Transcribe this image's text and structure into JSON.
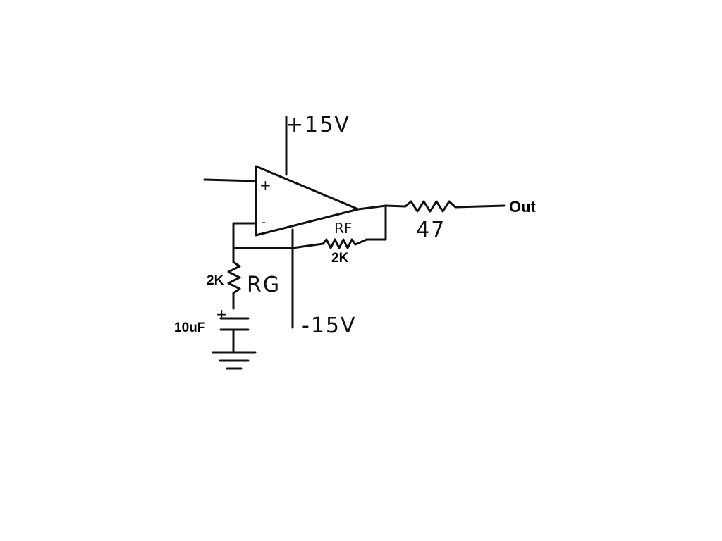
{
  "labels": {
    "vpos": "+15V",
    "vneg": "-15V",
    "plus": "+",
    "minus": "-",
    "out": "Out",
    "r_out": "47",
    "rf": "RF",
    "rf_value": "2K",
    "rg": "RG",
    "rg_value": "2K",
    "cap_plus": "+",
    "cap_value": "10uF"
  }
}
